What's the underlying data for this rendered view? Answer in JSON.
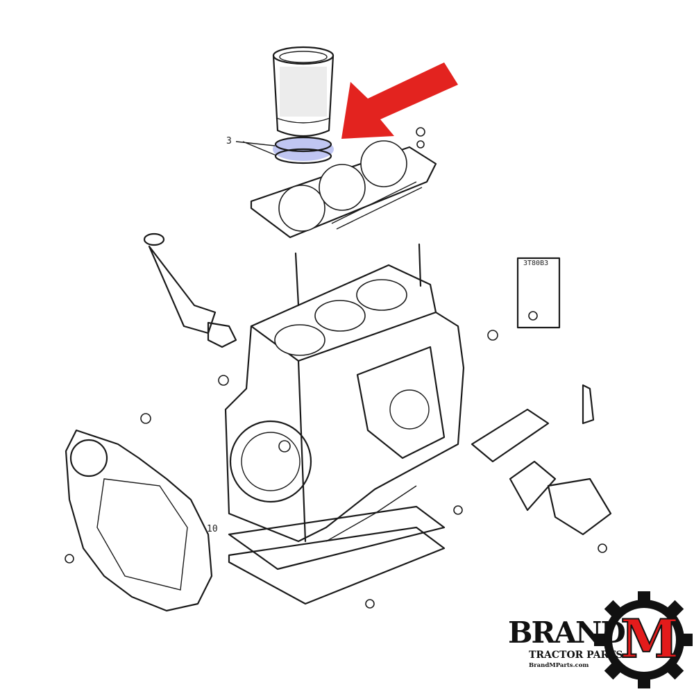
{
  "diagram": {
    "callouts": {
      "part_3": "3",
      "part_10": "10",
      "kit_box": "3T80B3"
    },
    "highlight": {
      "part": "3",
      "color": "#6f7fe0",
      "arrow_color": "#e3231f"
    }
  },
  "logo": {
    "brand": "BRAND",
    "letter": "M",
    "tagline": "TRACTOR PARTS",
    "website": "BrandMParts.com",
    "accent": "#e31b1b"
  }
}
